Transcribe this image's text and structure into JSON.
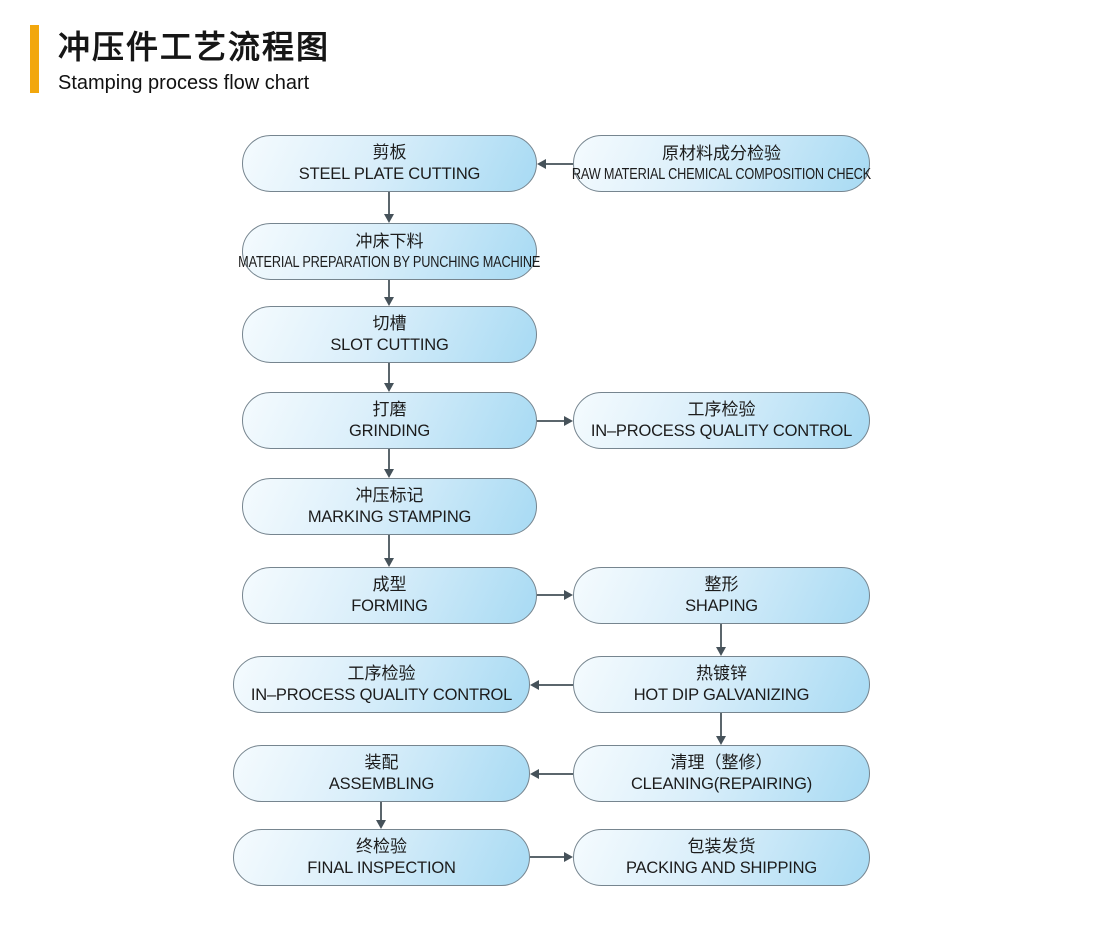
{
  "header": {
    "title": "冲压件工艺流程图",
    "subtitle": "Stamping process flow chart"
  },
  "colors": {
    "accent_bar": "#F2A70D",
    "node_fill_light": "#F5FBFE",
    "node_fill_dark": "#A7DAF3",
    "node_border": "#76858F",
    "arrow": "#5B666C",
    "text": "#1C1C1C",
    "background": "#FFFFFF"
  },
  "nodes": {
    "steel_plate_cutting": {
      "cn": "剪板",
      "en": "STEEL PLATE CUTTING"
    },
    "raw_material_check": {
      "cn": "原材料成分检验",
      "en": "RAW MATERIAL CHEMICAL COMPOSITION CHECK"
    },
    "punching_preparation": {
      "cn": "冲床下料",
      "en": "MATERIAL PREPARATION BY PUNCHING MACHINE"
    },
    "slot_cutting": {
      "cn": "切槽",
      "en": "SLOT CUTTING"
    },
    "grinding": {
      "cn": "打磨",
      "en": "GRINDING"
    },
    "ipqc_after_grinding": {
      "cn": "工序检验",
      "en": "IN–PROCESS QUALITY CONTROL"
    },
    "marking_stamping": {
      "cn": "冲压标记",
      "en": "MARKING STAMPING"
    },
    "forming": {
      "cn": "成型",
      "en": "FORMING"
    },
    "shaping": {
      "cn": "整形",
      "en": "SHAPING"
    },
    "ipqc_after_galvanizing": {
      "cn": "工序检验",
      "en": "IN–PROCESS QUALITY CONTROL"
    },
    "hot_dip_galvanizing": {
      "cn": "热镀锌",
      "en": "HOT DIP GALVANIZING"
    },
    "assembling": {
      "cn": "装配",
      "en": "ASSEMBLING"
    },
    "cleaning_repairing": {
      "cn": "清理（整修）",
      "en": "CLEANING(REPAIRING)"
    },
    "final_inspection": {
      "cn": "终检验",
      "en": "FINAL INSPECTION"
    },
    "packing_shipping": {
      "cn": "包装发货",
      "en": "PACKING AND SHIPPING"
    }
  },
  "edges": [
    {
      "from": "raw_material_check",
      "to": "steel_plate_cutting",
      "direction": "left"
    },
    {
      "from": "steel_plate_cutting",
      "to": "punching_preparation",
      "direction": "down"
    },
    {
      "from": "punching_preparation",
      "to": "slot_cutting",
      "direction": "down"
    },
    {
      "from": "slot_cutting",
      "to": "grinding",
      "direction": "down"
    },
    {
      "from": "grinding",
      "to": "ipqc_after_grinding",
      "direction": "right"
    },
    {
      "from": "grinding",
      "to": "marking_stamping",
      "direction": "down"
    },
    {
      "from": "marking_stamping",
      "to": "forming",
      "direction": "down"
    },
    {
      "from": "forming",
      "to": "shaping",
      "direction": "right"
    },
    {
      "from": "shaping",
      "to": "hot_dip_galvanizing",
      "direction": "down"
    },
    {
      "from": "hot_dip_galvanizing",
      "to": "ipqc_after_galvanizing",
      "direction": "left"
    },
    {
      "from": "hot_dip_galvanizing",
      "to": "cleaning_repairing",
      "direction": "down"
    },
    {
      "from": "cleaning_repairing",
      "to": "assembling",
      "direction": "left"
    },
    {
      "from": "assembling",
      "to": "final_inspection",
      "direction": "down"
    },
    {
      "from": "final_inspection",
      "to": "packing_shipping",
      "direction": "right"
    }
  ]
}
